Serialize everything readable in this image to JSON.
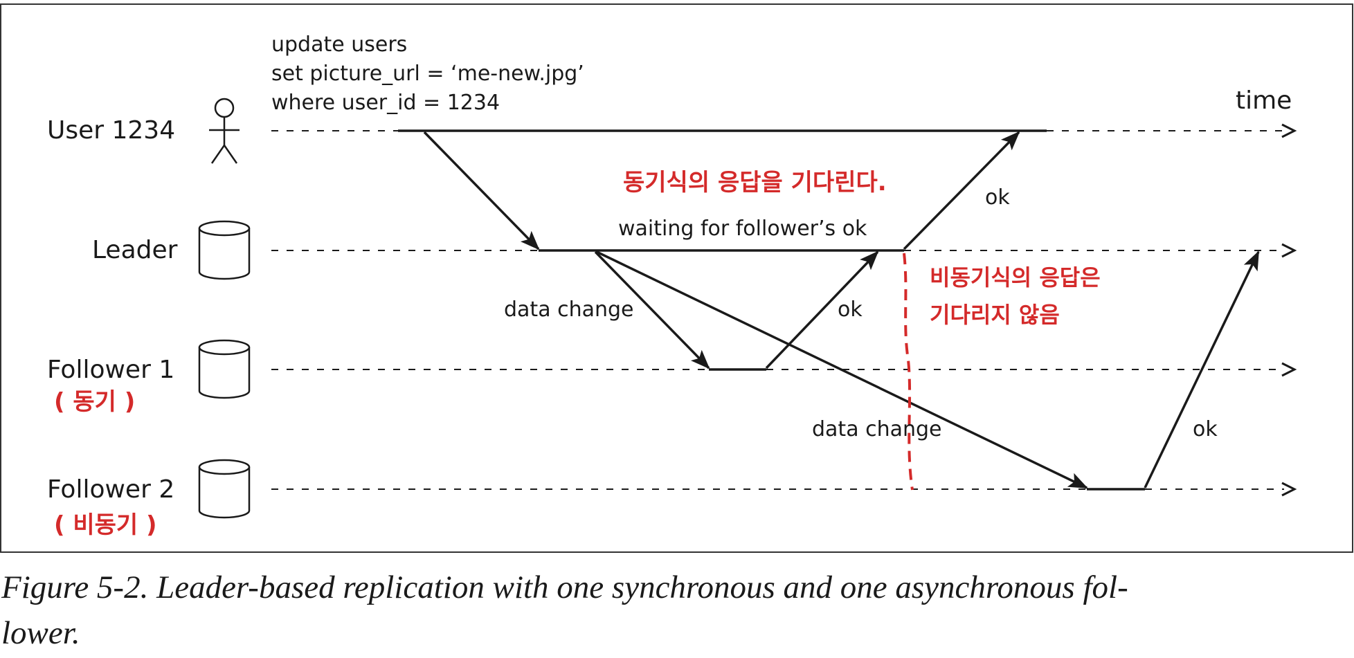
{
  "sql": {
    "line1": "update users",
    "line2": "set picture_url = ‘me-new.jpg’",
    "line3": "where user_id = 1234"
  },
  "time_label": "time",
  "participants": {
    "user": "User 1234",
    "leader": "Leader",
    "follower1": "Follower 1",
    "follower2": "Follower 2"
  },
  "annotations": {
    "follower1_note": "( 동기 )",
    "follower2_note": "( 비동기 )",
    "sync_wait_note": "동기식의 응답을 기다린다.",
    "async_note_line1": "비동기식의 응답은",
    "async_note_line2": "기다리지 않음"
  },
  "messages": {
    "waiting": "waiting for follower’s ok",
    "data_change_1": "data change",
    "ok_f1": "ok",
    "ok_leader": "ok",
    "data_change_2": "data change",
    "ok_f2": "ok"
  },
  "caption": {
    "line1": "Figure 5-2. Leader-based replication with one synchronous and one asynchronous fol-",
    "line2": "lower."
  },
  "colors": {
    "ink": "#1a1a1a",
    "annotation_red": "#d42a2a",
    "frame": "#333333"
  }
}
